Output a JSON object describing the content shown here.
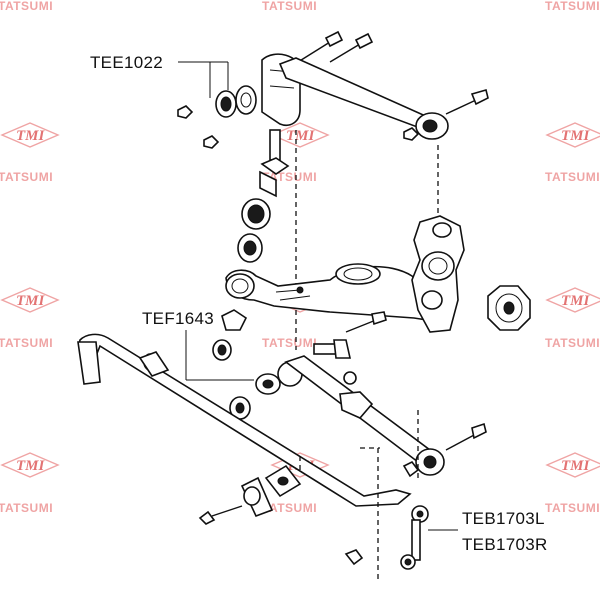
{
  "watermark": {
    "brand_text": "TATSUMI",
    "logo_text": "TMI",
    "logo_color": "#e06464",
    "text_color": "#ee9a9a"
  },
  "callouts": {
    "upper_arm_bushing": "TEE1022",
    "lower_arm_bushing": "TEF1643",
    "stabilizer_link_left": "TEB1703L",
    "stabilizer_link_right": "TEB1703R"
  }
}
